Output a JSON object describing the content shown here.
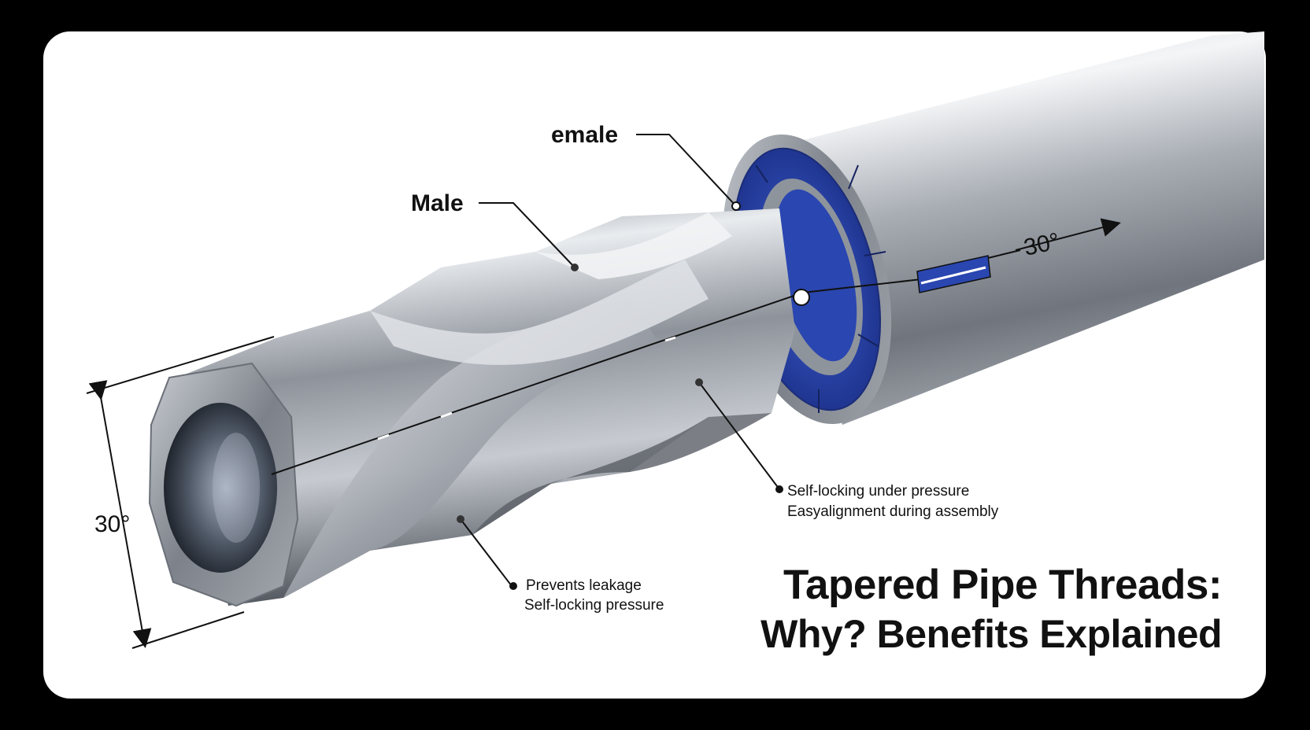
{
  "labels": {
    "female": "emale",
    "male": "Male",
    "angle_right": "30°",
    "angle_left": "30°"
  },
  "notes": {
    "a_line1": "Self-locking under pressure",
    "a_line2": "Easyalignment during assembly",
    "b_line1": "Prevents leakage",
    "b_line2": "Self-locking pressure"
  },
  "title": {
    "line1": "Tapered Pipe Threads:",
    "line2": "Why? Benefits Explained"
  },
  "colors": {
    "background": "#000000",
    "card": "#ffffff",
    "steel": "#9aa0a8",
    "seal_blue": "#2a46a8",
    "text": "#111111"
  }
}
